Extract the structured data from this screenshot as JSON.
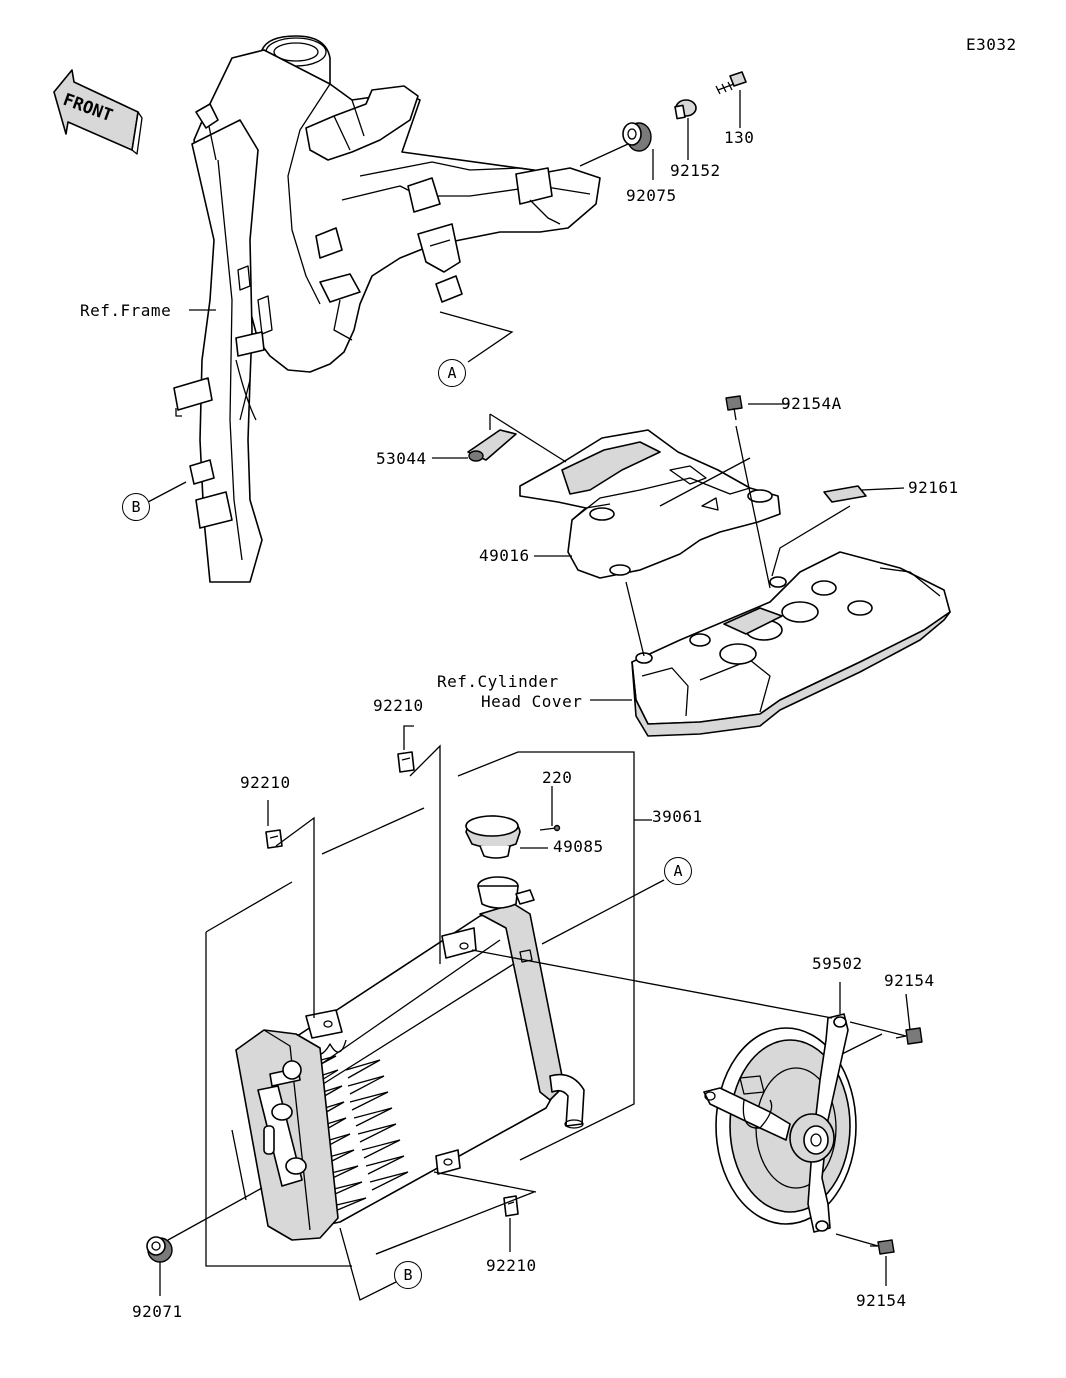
{
  "diagram_code": "E3032",
  "front_label": "FRONT",
  "reference_labels": {
    "frame": "Ref.Frame",
    "cylinder_head_cover_line1": "Ref.Cylinder",
    "cylinder_head_cover_line2": "Head Cover"
  },
  "callouts": {
    "a_top": "A",
    "a_bottom": "A",
    "b_frame": "B",
    "b_bottom": "B"
  },
  "parts": {
    "p130": "130",
    "p92152": "92152",
    "p92075": "92075",
    "p92154a": "92154A",
    "p53044": "53044",
    "p92161": "92161",
    "p49016": "49016",
    "p92210_top": "92210",
    "p92210_left": "92210",
    "p92210_bottom": "92210",
    "p220": "220",
    "p39061": "39061",
    "p49085": "49085",
    "p59502": "59502",
    "p92154_top": "92154",
    "p92154_bottom": "92154",
    "p92071": "92071"
  },
  "colors": {
    "line": "#000000",
    "background": "#ffffff",
    "shade": "#d8d8d8",
    "dark": "#7a7a7a"
  }
}
